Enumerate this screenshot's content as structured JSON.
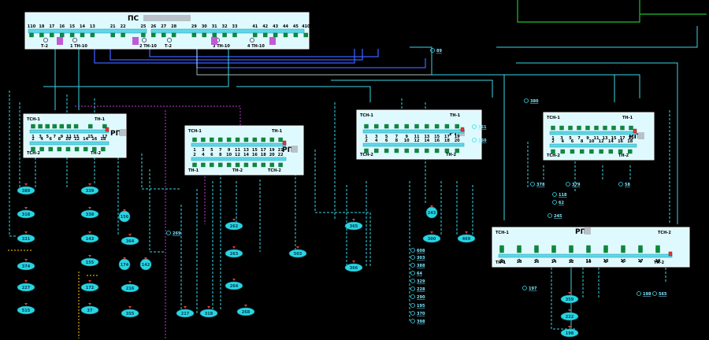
{
  "substation": {
    "title": "ПС",
    "feeders": [
      "110",
      "18",
      "17",
      "16",
      "15",
      "14",
      "13",
      "",
      "21",
      "22",
      "",
      "25",
      "26",
      "27",
      "28",
      "",
      "29",
      "30",
      "31",
      "32",
      "33",
      "",
      "41",
      "42",
      "43",
      "44",
      "45",
      "410"
    ],
    "transformers": [
      "Т-2",
      "1 ТН-10",
      "2 ТН-10",
      "Т-2",
      "3 ТН-10",
      "4 ТН-10"
    ]
  },
  "rp_panels": [
    {
      "id": "rp1",
      "title": "РП-",
      "top": [
        "1",
        "3",
        "5",
        "7",
        "9",
        "11",
        "13",
        "",
        "15",
        "",
        "17"
      ],
      "bottom": [
        "2",
        "4",
        "6",
        "8",
        "10",
        "12",
        "14",
        "16",
        "18"
      ],
      "tags": [
        "ТСН-1",
        "ТН-1",
        "ТСН-2",
        "ТН-2"
      ]
    },
    {
      "id": "rp2",
      "title": "РП-",
      "top": [
        "1",
        "3",
        "5",
        "7",
        "9",
        "11",
        "13",
        "15",
        "17",
        "19",
        "21"
      ],
      "bottom": [
        "2",
        "4",
        "6",
        "8",
        "10",
        "12",
        "14",
        "16",
        "18",
        "20",
        "22"
      ],
      "tags": [
        "ТСН-1",
        "ТН-1",
        "ТН-1",
        "ТСН-2",
        "ТН-2"
      ]
    },
    {
      "id": "rp3",
      "title": "РП-",
      "top": [
        "1",
        "3",
        "5",
        "7",
        "9",
        "11",
        "13",
        "15",
        "17",
        "19"
      ],
      "bottom": [
        "2",
        "4",
        "6",
        "8",
        "10",
        "12",
        "14",
        "16",
        "18",
        "20"
      ],
      "tags": [
        "ТСН-1",
        "ТН-1",
        "ТСН-2",
        "ТН-2"
      ]
    },
    {
      "id": "rp4",
      "title": "РП-",
      "top": [
        "1",
        "3",
        "5",
        "7",
        "9",
        "11",
        "13",
        "15",
        "17",
        "19"
      ],
      "bottom": [
        "2",
        "4",
        "6",
        "8",
        "10",
        "12",
        "14",
        "16",
        "18"
      ],
      "tags": [
        "ТСН-1",
        "ТН-1",
        "ТСН-2",
        "ТН-2"
      ]
    },
    {
      "id": "rp5",
      "title": "РП-",
      "top": [
        "1",
        "3",
        "5",
        "7",
        "9",
        "11",
        "13",
        "15",
        "17",
        "19"
      ],
      "bottom": [
        "20",
        "18",
        "16",
        "14",
        "12",
        "10",
        "8",
        "6",
        "4",
        "2"
      ],
      "tags": [
        "ТСН-1",
        "ТСН-2",
        "ТН-1",
        "ТН-2"
      ]
    }
  ],
  "nodes": [
    {
      "label": "389",
      "kind": "ellipse"
    },
    {
      "label": "318",
      "kind": "ellipse"
    },
    {
      "label": "331",
      "kind": "ellipse"
    },
    {
      "label": "374",
      "kind": "ellipse"
    },
    {
      "label": "227",
      "kind": "ellipse"
    },
    {
      "label": "515",
      "kind": "ellipse"
    },
    {
      "label": "339",
      "kind": "ellipse"
    },
    {
      "label": "338",
      "kind": "ellipse"
    },
    {
      "label": "143",
      "kind": "ellipse"
    },
    {
      "label": "155",
      "kind": "ellipse"
    },
    {
      "label": "172",
      "kind": "ellipse"
    },
    {
      "label": "37",
      "kind": "ellipse"
    },
    {
      "label": "156",
      "kind": "circle"
    },
    {
      "label": "364",
      "kind": "ellipse"
    },
    {
      "label": "174",
      "kind": "circle"
    },
    {
      "label": "142",
      "kind": "circle"
    },
    {
      "label": "216",
      "kind": "ellipse"
    },
    {
      "label": "355",
      "kind": "ellipse"
    },
    {
      "label": "217",
      "kind": "ellipse"
    },
    {
      "label": "318",
      "kind": "ellipse"
    },
    {
      "label": "262",
      "kind": "ellipse"
    },
    {
      "label": "263",
      "kind": "ellipse"
    },
    {
      "label": "264",
      "kind": "ellipse"
    },
    {
      "label": "268",
      "kind": "ellipse"
    },
    {
      "label": "503",
      "kind": "ellipse"
    },
    {
      "label": "365",
      "kind": "ellipse"
    },
    {
      "label": "366",
      "kind": "ellipse"
    },
    {
      "label": "243",
      "kind": "circle"
    },
    {
      "label": "300",
      "kind": "ellipse"
    },
    {
      "label": "469",
      "kind": "ellipse"
    },
    {
      "label": "359",
      "kind": "ellipse"
    },
    {
      "label": "222",
      "kind": "ellipse"
    },
    {
      "label": "198",
      "kind": "ellipse"
    }
  ],
  "links": [
    "89",
    "269",
    "361",
    "360",
    "380",
    "378",
    "379",
    "58",
    "245",
    "118",
    "62",
    "608",
    "303",
    "388",
    "64",
    "329",
    "228",
    "290",
    "195",
    "370",
    "398",
    "197",
    "198",
    "565"
  ]
}
